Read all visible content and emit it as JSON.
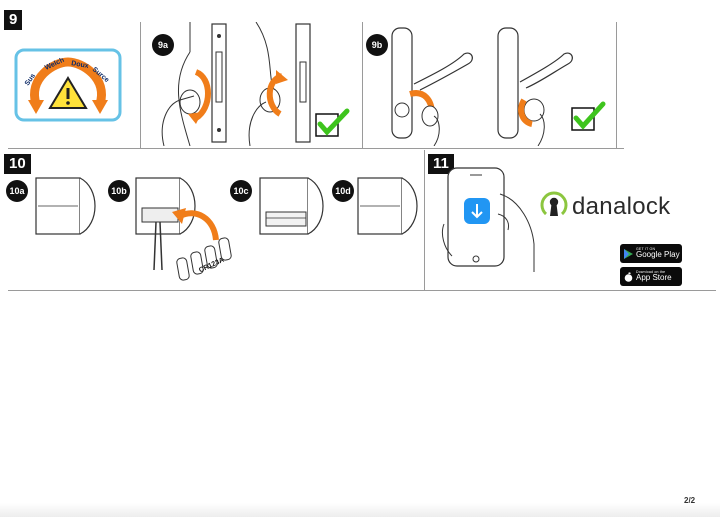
{
  "steps": {
    "step9": {
      "number": "9",
      "sub_a": "9a",
      "sub_b": "9b"
    },
    "warning": {
      "left": "Sus",
      "middle1": "Welch",
      "middle2": "Doux",
      "right": "Surce",
      "sep": "-"
    },
    "step10": {
      "number": "10",
      "sub_a": "10a",
      "sub_b": "10b",
      "sub_c": "10c",
      "sub_d": "10d",
      "battery_label": "CR123A"
    },
    "step11": {
      "number": "11"
    }
  },
  "brand": {
    "name": "danalock"
  },
  "stores": {
    "google": {
      "small": "GET IT ON",
      "big": "Google Play"
    },
    "apple": {
      "small": "Download on the",
      "big": "App Store"
    }
  },
  "page": {
    "number": "2/2"
  },
  "colors": {
    "accent_orange": "#f07d1a",
    "check_green": "#3ec41d",
    "brand_green": "#8cc63f",
    "warning_border": "#66c2e6",
    "warning_fill": "#ffe23a",
    "app_blue": "#2196f3"
  }
}
